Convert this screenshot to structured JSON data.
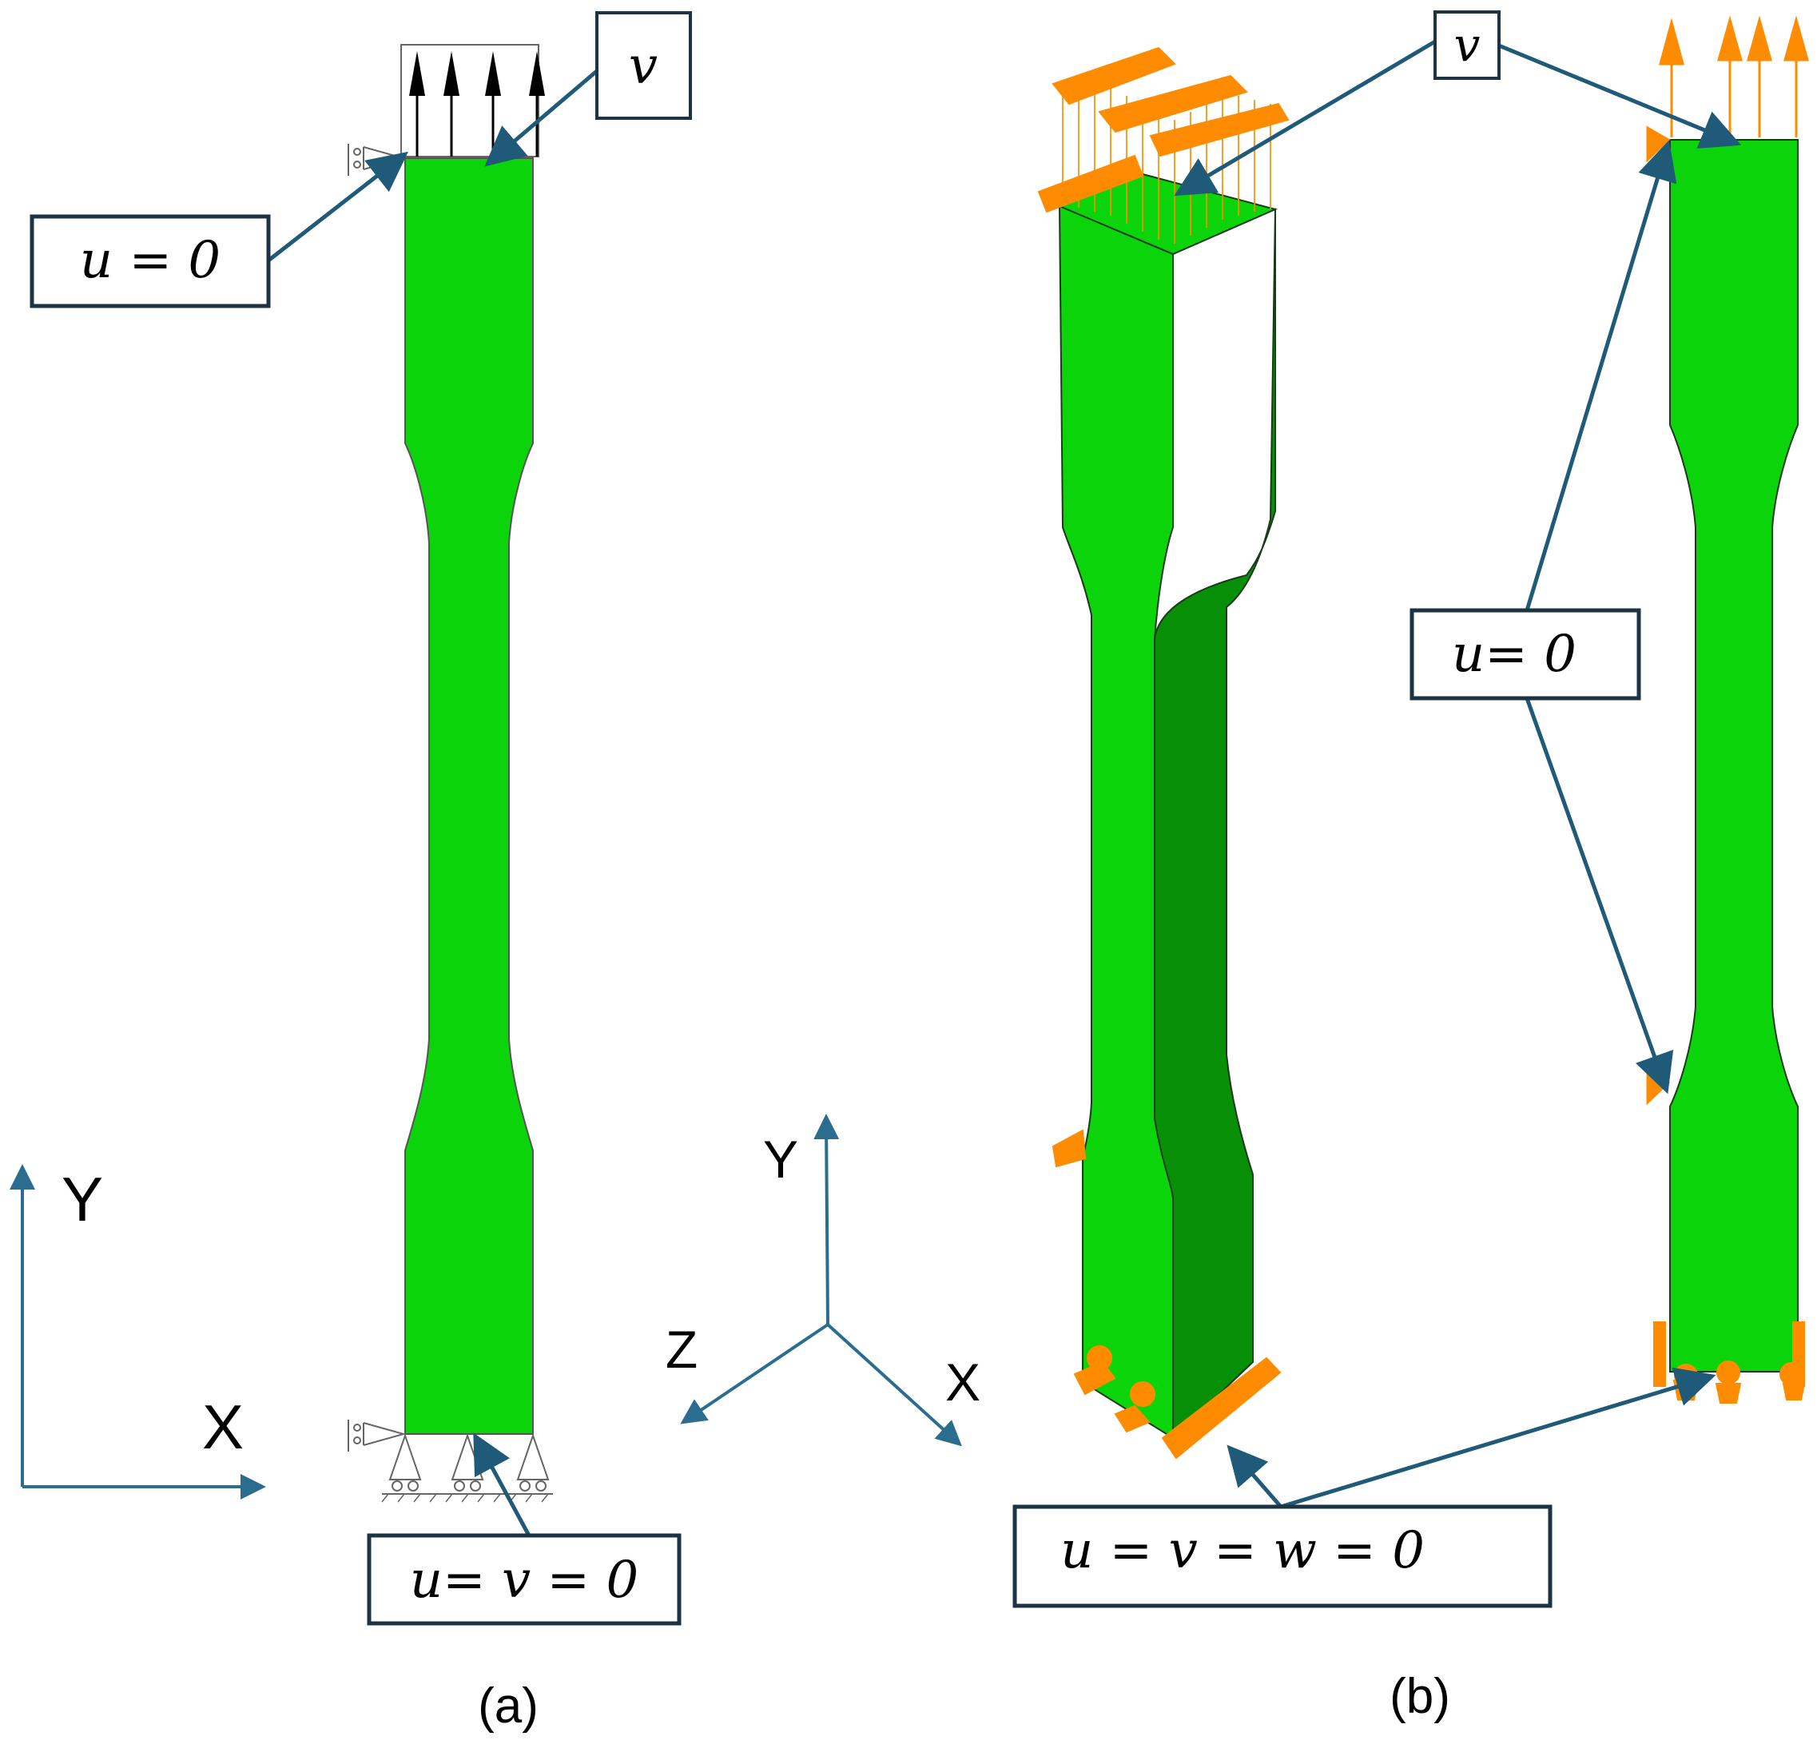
{
  "panel_a": {
    "label": "(a)",
    "callout_top_load": "v",
    "callout_top_left": "u = 0",
    "callout_bottom": "u= v = 0",
    "axis_x": "X",
    "axis_y": "Y"
  },
  "triad": {
    "axis_x": "X",
    "axis_y": "Y",
    "axis_z": "Z"
  },
  "panel_b": {
    "label": "(b)",
    "callout_top_load": "v",
    "callout_side": "u= 0",
    "callout_bottom": "u = v = w = 0"
  },
  "colors": {
    "specimen_green": "#0bd40b",
    "specimen_dark_green": "#078f07",
    "load_orange": "#ff8c00",
    "callout_arrow": "#1f5a78",
    "callout_border": "#1c3344"
  }
}
